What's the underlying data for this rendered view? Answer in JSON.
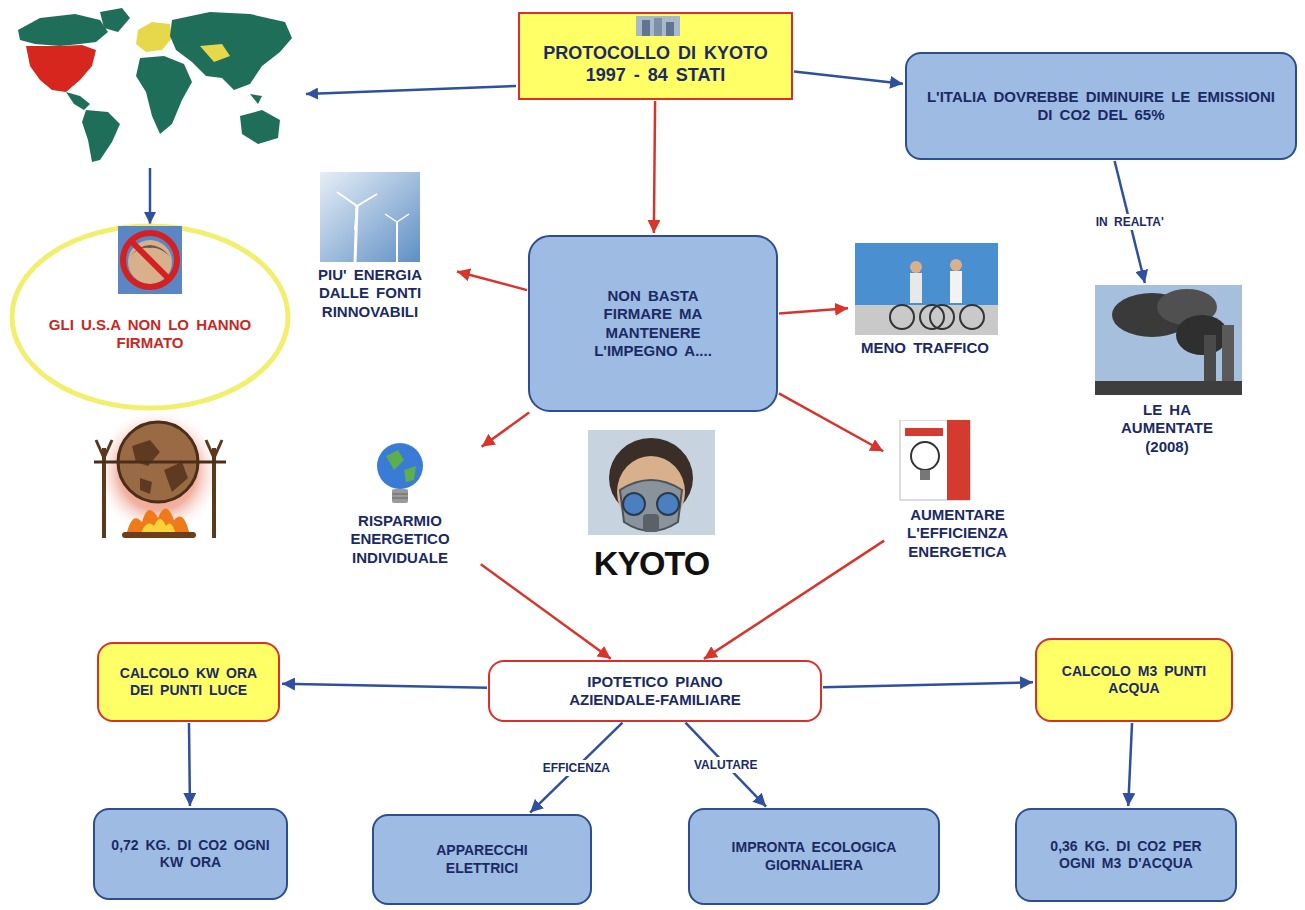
{
  "diagram": {
    "nodes": [
      {
        "text": [
          "PROTOCOLLO DI KYOTO 1997 - 84 STATI"
        ]
      },
      {
        "text": [
          "L'ITALIA DOVREBBE DIMINUIRE LE EMISSIONI DI CO2 DEL 65%"
        ]
      },
      {
        "text": [
          "GLI U.S.A NON LO HANNO FIRMATO"
        ]
      },
      {
        "text": [
          "PIU' ENERGIA DALLE FONTI RINNOVABILI"
        ]
      },
      {
        "text": [
          "NON BASTA FIRMARE MA MANTENERE L'IMPEGNO A...."
        ]
      },
      {
        "text": [
          "MENO TRAFFICO"
        ]
      },
      {
        "text": [
          "LE HA AUMENTATE (2008)"
        ]
      },
      {
        "text": [
          "RISPARMIO ENERGETICO INDIVIDUALE"
        ]
      },
      {
        "text": [
          "AUMENTARE L'EFFICIENZA ENERGETICA"
        ]
      },
      {
        "text": [
          "CALCOLO KW ORA DEI PUNTI LUCE"
        ]
      },
      {
        "text": [
          "IPOTETICO PIANO AZIENDALE-FAMILIARE"
        ]
      },
      {
        "text": [
          "CALCOLO M3 PUNTI ACQUA"
        ]
      },
      {
        "text": [
          "0,72 KG. DI CO2 OGNI KW ORA"
        ]
      },
      {
        "text": [
          "APPARECCHI ELETTRICI"
        ]
      },
      {
        "text": [
          "IMPRONTA ECOLOGICA GIORNALIERA"
        ]
      },
      {
        "text": [
          "0,36 KG. DI CO2 PER OGNI M3 D'ACQUA"
        ]
      }
    ],
    "edges": [
      {
        "from": 0,
        "to": 1,
        "arrow": "to"
      },
      {
        "from": 0,
        "to": 4,
        "arrow": "to"
      },
      {
        "from": 4,
        "to": 3,
        "arrow": "to"
      },
      {
        "from": 4,
        "to": 5,
        "arrow": "to"
      },
      {
        "from": 4,
        "to": 7,
        "arrow": "to"
      },
      {
        "from": 4,
        "to": 8,
        "arrow": "to"
      },
      {
        "from": 1,
        "to": 6,
        "label": "IN REALTA'",
        "arrow": "to"
      },
      {
        "from": 7,
        "to": 10,
        "arrow": "to"
      },
      {
        "from": 8,
        "to": 10,
        "arrow": "to"
      },
      {
        "from": 10,
        "to": 9,
        "arrow": "to"
      },
      {
        "from": 10,
        "to": 11,
        "arrow": "to"
      },
      {
        "from": 10,
        "to": 13,
        "label": "EFFICENZA",
        "arrow": "to"
      },
      {
        "from": 10,
        "to": 14,
        "label": "VALUTARE",
        "arrow": "to"
      },
      {
        "from": 9,
        "to": 12,
        "arrow": "to"
      },
      {
        "from": 11,
        "to": 15,
        "arrow": "to"
      }
    ],
    "labels": [
      "KYOTO"
    ]
  }
}
